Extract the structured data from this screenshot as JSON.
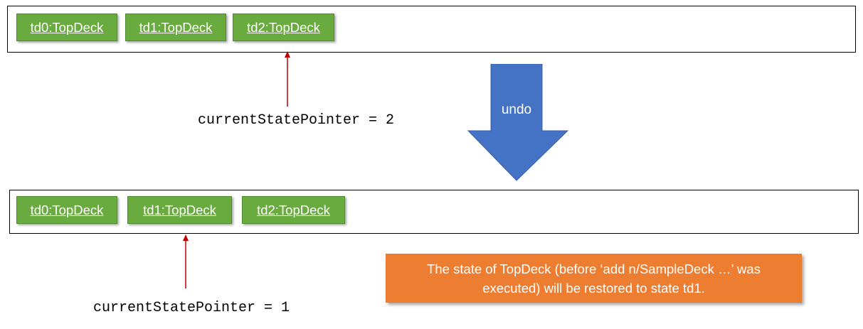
{
  "colors": {
    "state_box": "#6aab3f",
    "pointer": "#c00000",
    "undo_arrow": "#4472c4",
    "note": "#ed7d31"
  },
  "top_row": {
    "states": [
      "td0:TopDeck",
      "td1:TopDeck",
      "td2:TopDeck"
    ],
    "pointer_label": "currentStatePointer = 2",
    "pointer_index": 2
  },
  "bottom_row": {
    "states": [
      "td0:TopDeck",
      "td1:TopDeck",
      "td2:TopDeck"
    ],
    "pointer_label": "currentStatePointer = 1",
    "pointer_index": 1
  },
  "action": {
    "label": "undo"
  },
  "note": {
    "text_line1": "The state of TopDeck (before ‘add n/SampleDeck …’ was",
    "text_line2": "executed) will be restored to state td1."
  }
}
